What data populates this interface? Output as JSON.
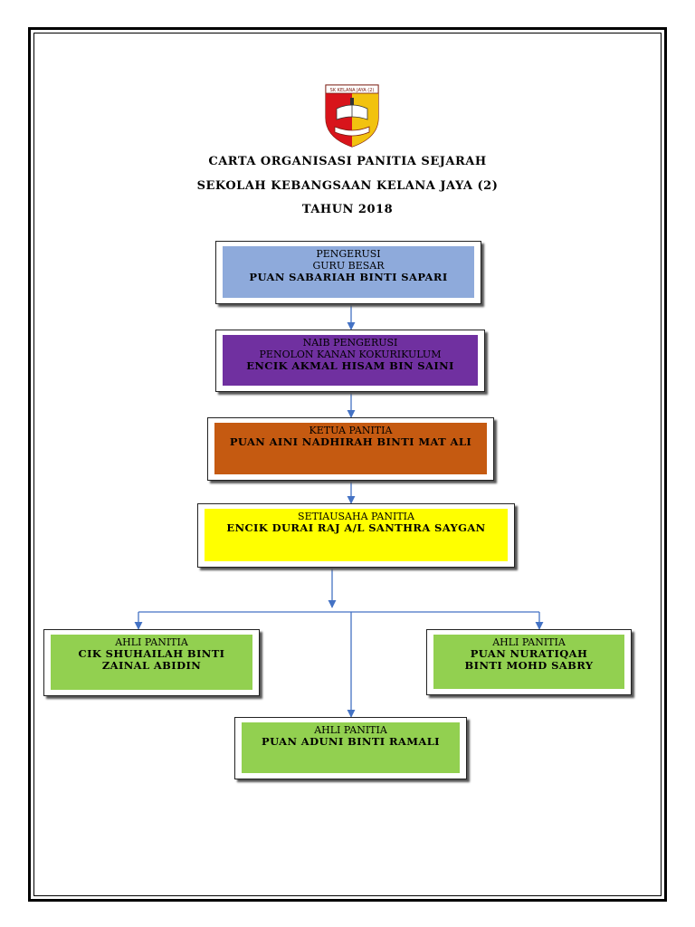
{
  "header": {
    "line1": "CARTA ORGANISASI PANITIA SEJARAH",
    "line2": "SEKOLAH KEBANGSAAN KELANA JAYA (2)",
    "line3": "TAHUN 2018"
  },
  "logo": {
    "text": "SK KELANA JAYA (2)",
    "colors": [
      "#d8141b",
      "#f2c20f"
    ]
  },
  "chart": {
    "pengerusi": {
      "role1": "PENGERUSI",
      "role2": "GURU BESAR",
      "name": "PUAN SABARIAH BINTI SAPARI",
      "color": "#8eaadb"
    },
    "naib": {
      "role1": "NAIB PENGERUSI",
      "role2": "PENOLON KANAN KOKURIKULUM",
      "name": "ENCIK AKMAL HISAM BIN SAINI",
      "color": "#7030a0"
    },
    "ketua": {
      "role1": "KETUA PANITIA",
      "name": "PUAN AINI NADHIRAH BINTI MAT ALI",
      "color": "#c55a11"
    },
    "setiausaha": {
      "role1": "SETIAUSAHA PANITIA",
      "name": "ENCIK DURAI RAJ A/L SANTHRA SAYGAN",
      "color": "#ffff00"
    },
    "ahli_left": {
      "role1": "AHLI PANITIA",
      "name": "CIK SHUHAILAH BINTI ZAINAL ABIDIN",
      "color": "#92d050"
    },
    "ahli_right": {
      "role1": "AHLI PANITIA",
      "name": "PUAN NURATIQAH BINTI MOHD SABRY",
      "color": "#92d050"
    },
    "ahli_center": {
      "role1": "AHLI PANITIA",
      "name": "PUAN ADUNI BINTI RAMALI",
      "color": "#92d050"
    }
  }
}
